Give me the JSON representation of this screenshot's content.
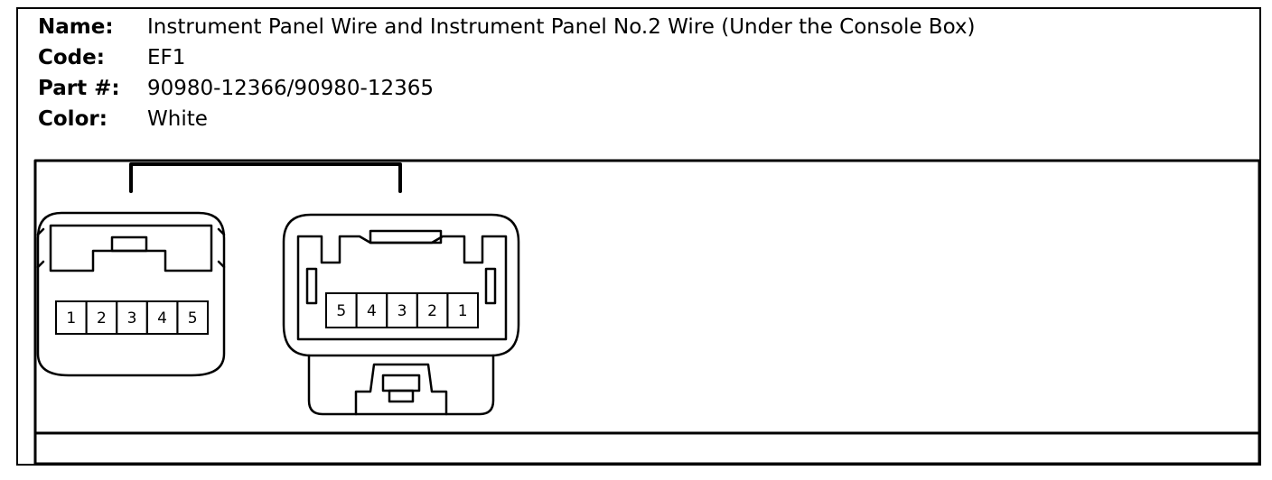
{
  "info": {
    "name_label": "Name:",
    "name_value": "Instrument Panel Wire and Instrument Panel No.2 Wire (Under the Console Box)",
    "code_label": "Code:",
    "code_value": "EF1",
    "part_label": "Part #:",
    "part_value": "90980-12366/90980-12365",
    "color_label": "Color:",
    "color_value": "White"
  },
  "connector_left": {
    "pins": [
      "1",
      "2",
      "3",
      "4",
      "5"
    ]
  },
  "connector_right": {
    "pins": [
      "5",
      "4",
      "3",
      "2",
      "1"
    ]
  }
}
